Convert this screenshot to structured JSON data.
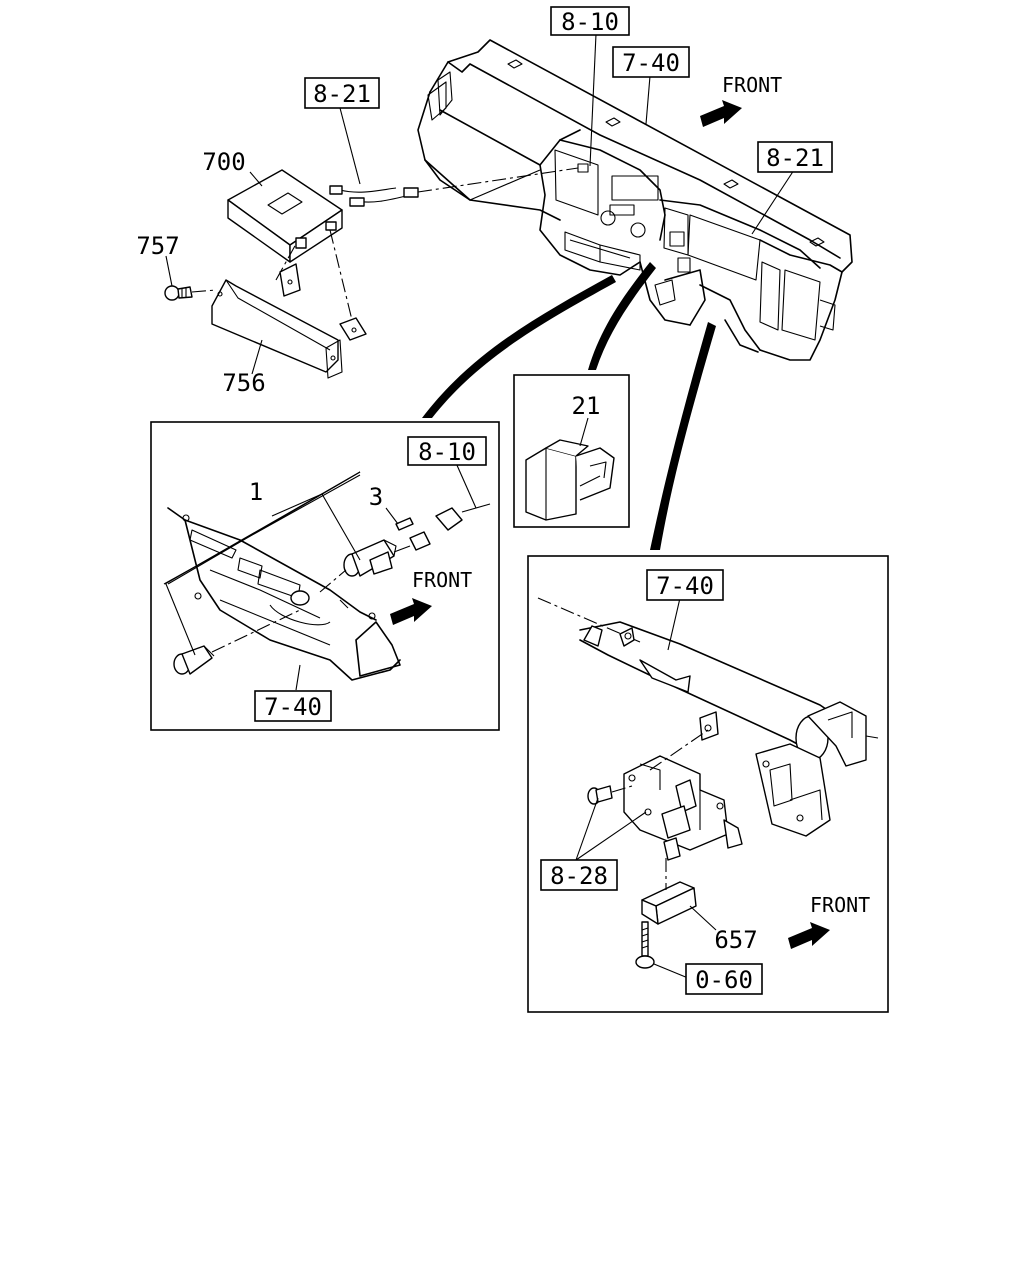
{
  "refs": {
    "r810_top": "8-10",
    "r740_top": "7-40",
    "r821_left": "8-21",
    "r821_right": "8-21",
    "r810_inset": "8-10",
    "r740_inset_left": "7-40",
    "r740_inset_right": "7-40",
    "r828": "8-28",
    "r060": "0-60"
  },
  "parts": {
    "p700": "700",
    "p757": "757",
    "p756": "756",
    "p1": "1",
    "p3": "3",
    "p21": "21",
    "p657": "657"
  },
  "front": {
    "top": "FRONT",
    "left_inset": "FRONT",
    "right_inset": "FRONT"
  }
}
